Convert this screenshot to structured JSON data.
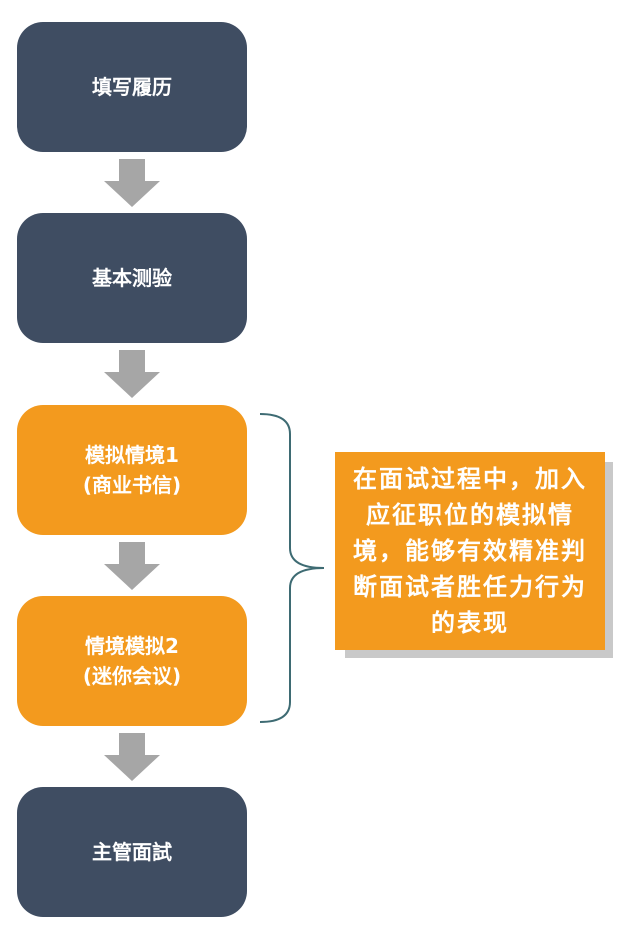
{
  "steps": [
    {
      "line1": "填写履历",
      "line2": ""
    },
    {
      "line1": "基本测验",
      "line2": ""
    },
    {
      "line1": "模拟情境1",
      "line2": "(商业书信)"
    },
    {
      "line1": "情境模拟2",
      "line2": "(迷你会议)"
    },
    {
      "line1": "主管面試",
      "line2": ""
    }
  ],
  "note": {
    "text": "在面试过程中，加入应征职位的模拟情境，能够有效精准判断面试者胜任力行为的表现"
  },
  "colors": {
    "dark_box": "#3f4d62",
    "orange_box": "#f39a1e",
    "arrow": "#a6a6a6",
    "brace": "#3e6b73"
  }
}
